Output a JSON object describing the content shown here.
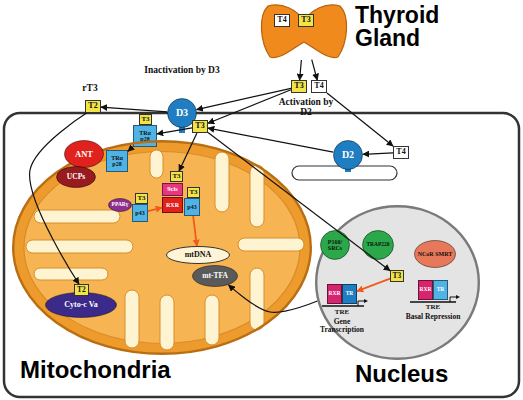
{
  "diagram": {
    "nodes": [
      {
        "text": [
          "Thyroid Gland"
        ]
      },
      {
        "text": [
          "T4"
        ],
        "in": 0
      },
      {
        "text": [
          "T3"
        ],
        "in": 0
      },
      {
        "text": [
          "T3"
        ]
      },
      {
        "text": [
          "T4"
        ]
      },
      {
        "text": [
          "Inactivation by D3",
          "D3"
        ]
      },
      {
        "text": [
          "T2"
        ]
      },
      {
        "text": [
          "Activation by D2",
          "D2"
        ]
      },
      {
        "text": [
          "T4"
        ]
      },
      {
        "text": [
          "T3"
        ]
      },
      {
        "text": [
          "TRα p28"
        ]
      },
      {
        "text": [
          "T3"
        ]
      },
      {
        "text": [
          "Mitochondria"
        ]
      },
      {
        "text": [
          "ANT"
        ],
        "in": 12
      },
      {
        "text": [
          "UCPs"
        ],
        "in": 12
      },
      {
        "text": [
          "TRα p28"
        ],
        "in": 12
      },
      {
        "text": [
          "Cyto-c Va"
        ],
        "in": 12
      },
      {
        "text": [
          "T2"
        ],
        "in": 12
      },
      {
        "text": [
          "PPARγ"
        ],
        "in": 12
      },
      {
        "text": [
          "p43"
        ],
        "in": 12
      },
      {
        "text": [
          "T3"
        ],
        "in": 12
      },
      {
        "text": [
          "9cis"
        ],
        "in": 12
      },
      {
        "text": [
          "T3"
        ],
        "in": 12
      },
      {
        "text": [
          "RXR"
        ],
        "in": 12
      },
      {
        "text": [
          "p43"
        ],
        "in": 12
      },
      {
        "text": [
          "T3"
        ],
        "in": 12
      },
      {
        "text": [
          "mtDNA"
        ],
        "in": 12
      },
      {
        "text": [
          "mt-TFA"
        ],
        "in": 12
      },
      {
        "text": [
          "Nucleus"
        ]
      },
      {
        "text": [
          "P160/ SRCs"
        ],
        "in": 28
      },
      {
        "text": [
          "TRAP220"
        ],
        "in": 28
      },
      {
        "text": [
          "RXR"
        ],
        "in": 28
      },
      {
        "text": [
          "TR"
        ],
        "in": 28
      },
      {
        "text": [
          "NCoR SMRT"
        ],
        "in": 28
      },
      {
        "text": [
          "RXR"
        ],
        "in": 28
      },
      {
        "text": [
          "TR"
        ],
        "in": 28
      },
      {
        "text": [
          "T3"
        ],
        "in": 28
      }
    ],
    "edges": [
      {
        "from": 0,
        "to": 3,
        "arrow": "to"
      },
      {
        "from": 0,
        "to": 4,
        "arrow": "to"
      },
      {
        "from": 3,
        "to": 5,
        "arrow": "to"
      },
      {
        "from": 5,
        "to": 6,
        "arrow": "to"
      },
      {
        "from": 3,
        "to": 9,
        "arrow": "to"
      },
      {
        "from": 4,
        "to": 8,
        "arrow": "to"
      },
      {
        "from": 8,
        "to": 7,
        "arrow": "to"
      },
      {
        "from": 7,
        "to": 9,
        "arrow": "to"
      },
      {
        "from": 9,
        "to": 10,
        "arrow": "to"
      },
      {
        "from": 10,
        "to": 15,
        "arrow": "to"
      },
      {
        "from": 9,
        "to": 22,
        "arrow": "to"
      },
      {
        "from": 9,
        "to": 36,
        "arrow": "to"
      },
      {
        "from": 6,
        "to": 17,
        "arrow": "to"
      },
      {
        "from": 28,
        "to": 27,
        "arrow": "to"
      },
      {
        "from": 19,
        "to": 23,
        "arrow": "to"
      },
      {
        "from": 24,
        "to": 26,
        "arrow": "to"
      },
      {
        "from": 36,
        "to": 32,
        "arrow": "to"
      }
    ],
    "labels": [
      "rT3",
      "TRE",
      "Gene Transcription",
      "TRE",
      "Basal Repression"
    ]
  }
}
